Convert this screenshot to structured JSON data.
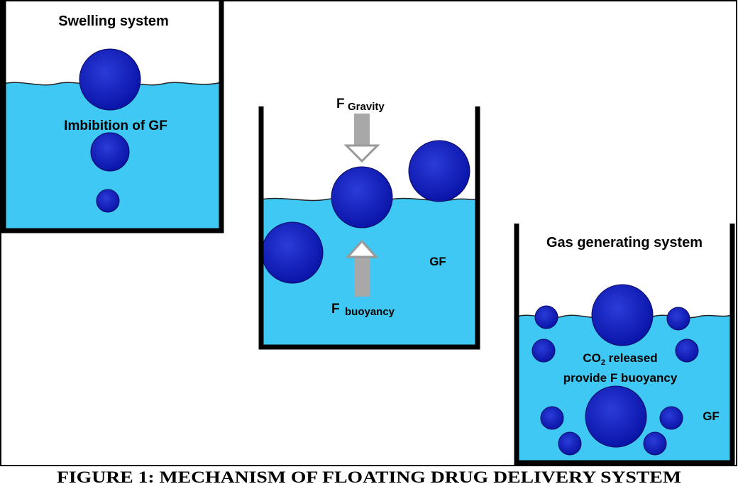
{
  "colors": {
    "fluid": "#40c8f4",
    "sphere": "#0a14b4",
    "sphere_edge": "#0a0a60",
    "arrow": "#a8a8a8",
    "container": "#000000",
    "frame": "#000000"
  },
  "panels": {
    "swelling": {
      "title": "Swelling system",
      "process_label": "Imbibition of GF"
    },
    "middle": {
      "gravity_prefix": "F",
      "gravity_label": "Gravity",
      "buoyancy_prefix": "F",
      "buoyancy_label": "buoyancy",
      "fluid_label": "GF"
    },
    "gas": {
      "title": "Gas generating system",
      "co2_main": "CO",
      "co2_sub": "2",
      "co2_rest": " released",
      "line2": "provide F buoyancy",
      "fluid_label": "GF"
    }
  },
  "caption": "FIGURE 1: MECHANISM OF FLOATING DRUG DELIVERY SYSTEM"
}
